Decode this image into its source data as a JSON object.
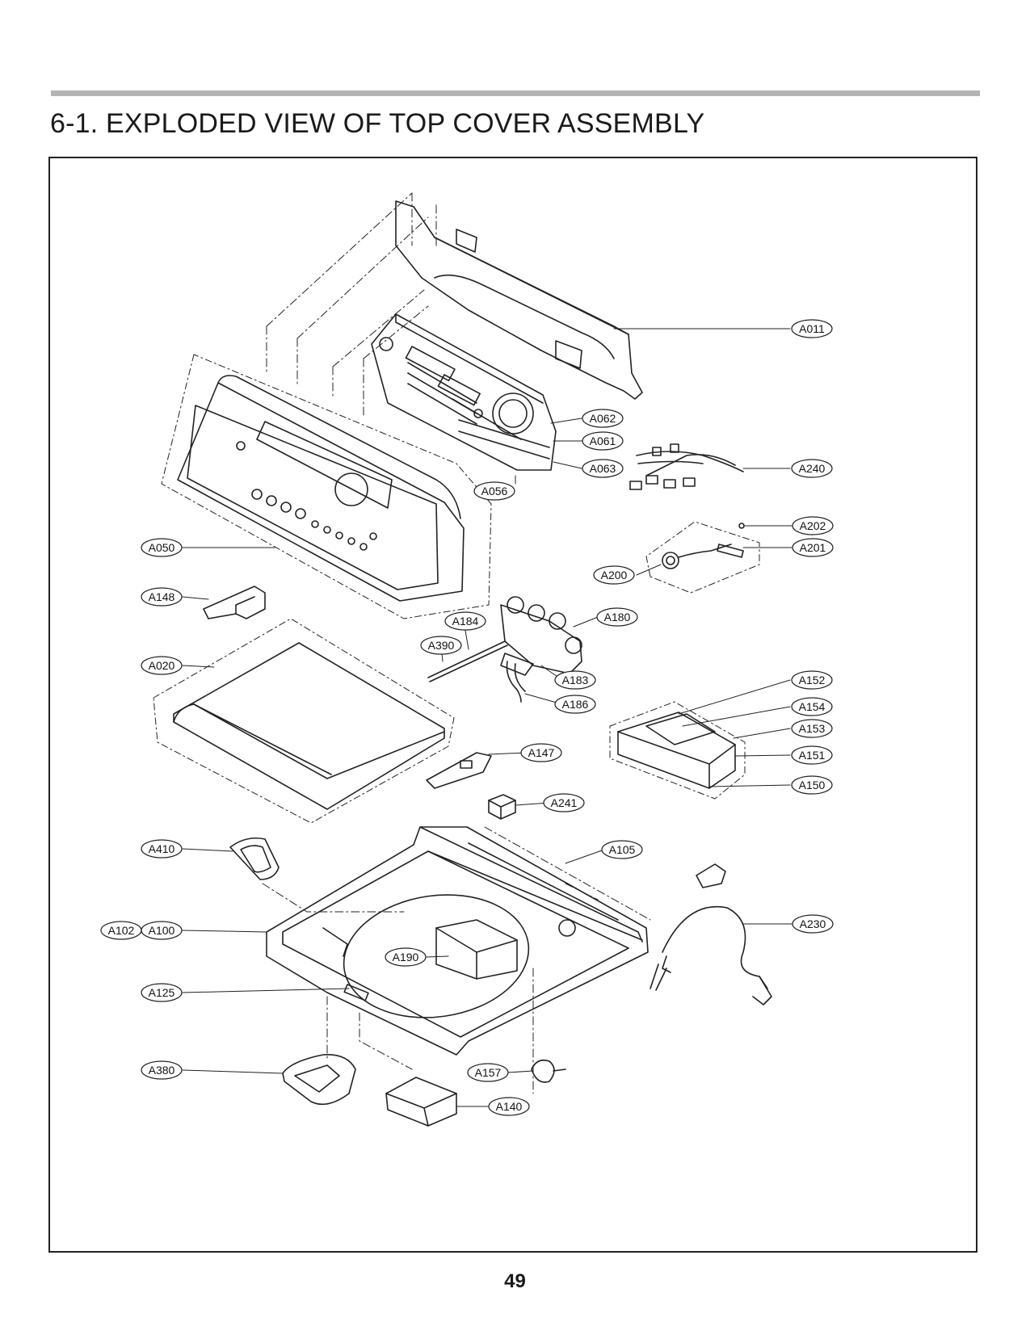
{
  "header": {
    "title": "6-1. EXPLODED VIEW OF TOP COVER ASSEMBLY"
  },
  "footer": {
    "page_number": "49"
  },
  "diagram": {
    "callouts": [
      "A011",
      "A062",
      "A061",
      "A063",
      "A056",
      "A240",
      "A202",
      "A201",
      "A200",
      "A050",
      "A148",
      "A184",
      "A180",
      "A390",
      "A020",
      "A183",
      "A186",
      "A152",
      "A154",
      "A153",
      "A151",
      "A150",
      "A147",
      "A241",
      "A410",
      "A105",
      "A230",
      "A102",
      "A100",
      "A190",
      "A125",
      "A380",
      "A157",
      "A140"
    ]
  }
}
